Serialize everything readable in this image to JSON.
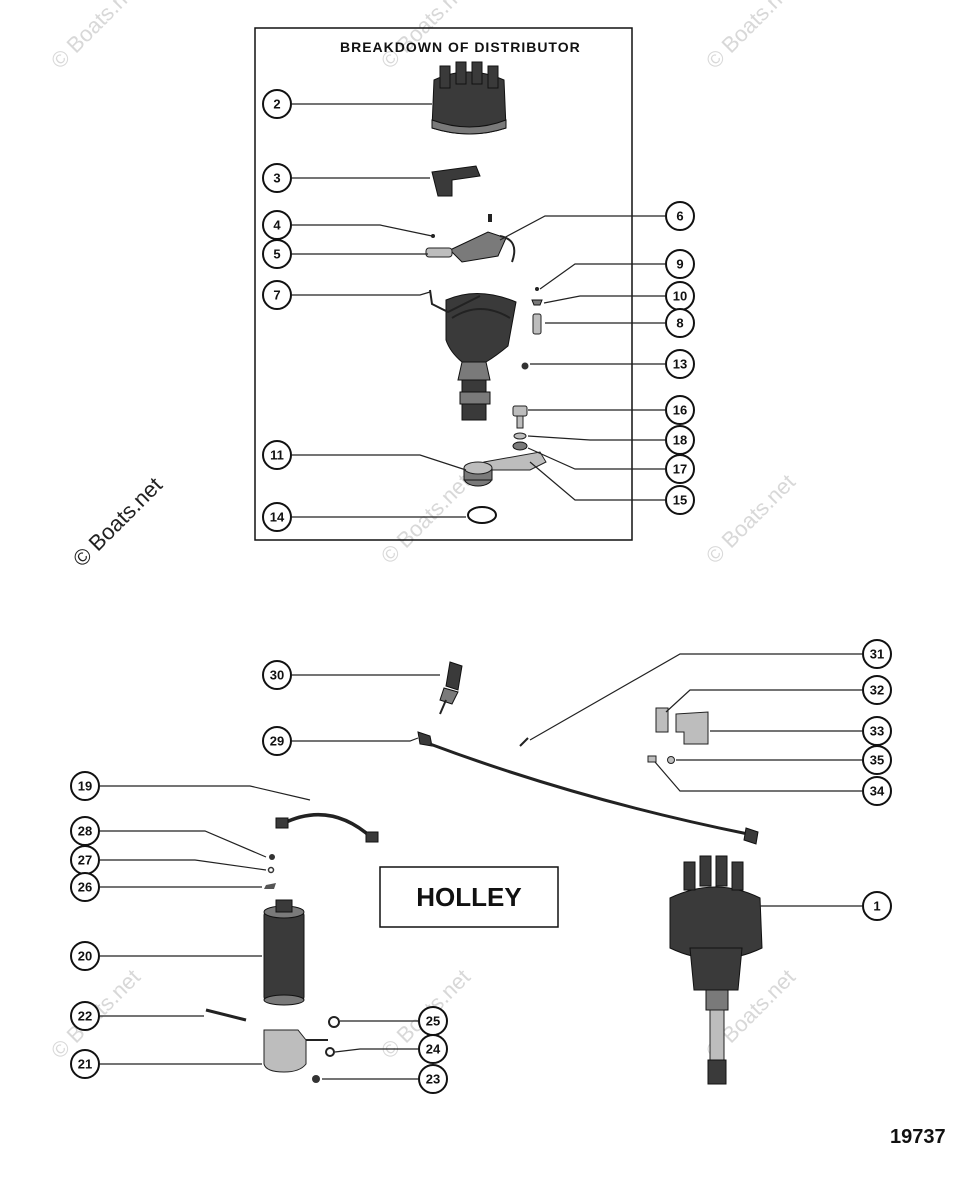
{
  "heading": "BREAKDOWN OF DISTRIBUTOR",
  "label_box": "HOLLEY",
  "figure_number": "19737",
  "watermark": "© Boats.net",
  "callouts": {
    "c1": "1",
    "c2": "2",
    "c3": "3",
    "c4": "4",
    "c5": "5",
    "c6": "6",
    "c7": "7",
    "c8": "8",
    "c9": "9",
    "c10": "10",
    "c11": "11",
    "c13": "13",
    "c14": "14",
    "c15": "15",
    "c16": "16",
    "c17": "17",
    "c18": "18",
    "c19": "19",
    "c20": "20",
    "c21": "21",
    "c22": "22",
    "c23": "23",
    "c24": "24",
    "c25": "25",
    "c26": "26",
    "c27": "27",
    "c28": "28",
    "c29": "29",
    "c30": "30",
    "c31": "31",
    "c32": "32",
    "c33": "33",
    "c34": "34",
    "c35": "35"
  }
}
